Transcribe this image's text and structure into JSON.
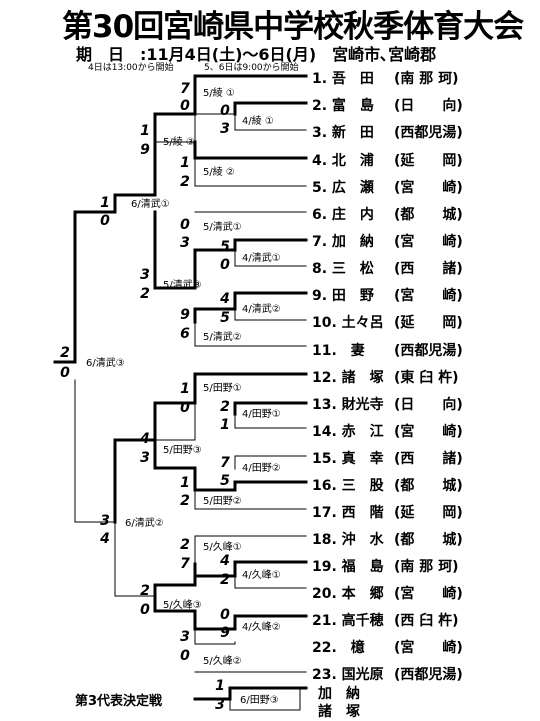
{
  "title": "第30回宮崎県中学校秋季体育大会",
  "dates": "期　日　:11月4日(土)～6日(月)　宮崎市､宮崎郡",
  "note_left": "4日は13:00から開始",
  "note_right": "5、6日は9:00から開始",
  "teams": [
    {
      "name": "1. 吾　田",
      "region": "(南 那 珂)"
    },
    {
      "name": "2. 富　島",
      "region": "(日　　向)"
    },
    {
      "name": "3. 新　田",
      "region": "(西都児湯)"
    },
    {
      "name": "4. 北　浦",
      "region": "(延　　岡)"
    },
    {
      "name": "5. 広　瀬",
      "region": "(宮　　崎)"
    },
    {
      "name": "6. 庄　内",
      "region": "(都　　城)"
    },
    {
      "name": "7. 加　納",
      "region": "(宮　　崎)"
    },
    {
      "name": "8. 三　松",
      "region": "(西　　諸)"
    },
    {
      "name": "9. 田　野",
      "region": "(宮　　崎)"
    },
    {
      "name": "10. 土々呂",
      "region": "(延　　岡)"
    },
    {
      "name": "11.　妻",
      "region": "(西都児湯)"
    },
    {
      "name": "12. 諸　塚",
      "region": "(東 臼 杵)"
    },
    {
      "name": "13. 財光寺",
      "region": "(日　　向)"
    },
    {
      "name": "14. 赤　江",
      "region": "(宮　　崎)"
    },
    {
      "name": "15. 真　幸",
      "region": "(西　　諸)"
    },
    {
      "name": "16. 三　股",
      "region": "(都　　城)"
    },
    {
      "name": "17. 西　階",
      "region": "(延　　岡)"
    },
    {
      "name": "18. 沖　水",
      "region": "(都　　城)"
    },
    {
      "name": "19. 福　島",
      "region": "(南 那 珂)"
    },
    {
      "name": "20. 本　郷",
      "region": "(宮　　崎)"
    },
    {
      "name": "21. 高千穂",
      "region": "(西 臼 杵)"
    },
    {
      "name": "22.　檍",
      "region": "(宮　　崎)"
    },
    {
      "name": "23. 国光原",
      "region": "(西都児湯)"
    }
  ],
  "scores": [
    "7",
    "0",
    "0",
    "3",
    "1",
    "9",
    "1",
    "2",
    "1",
    "0",
    "0",
    "3",
    "5",
    "0",
    "3",
    "2",
    "4",
    "5",
    "9",
    "6",
    "2",
    "0",
    "1",
    "0",
    "2",
    "1",
    "4",
    "3",
    "7",
    "5",
    "1",
    "2",
    "3",
    "4",
    "2",
    "7",
    "4",
    "2",
    "2",
    "0",
    "0",
    "9",
    "3",
    "0",
    "1",
    "3"
  ],
  "venues": [
    "5/綾 ①",
    "4/綾 ①",
    "5/綾 ③",
    "5/綾 ②",
    "6/清武①",
    "5/清武①",
    "4/清武①",
    "5/清武③",
    "4/清武②",
    "5/清武②",
    "6/清武③",
    "5/田野①",
    "4/田野①",
    "5/田野③",
    "4/田野②",
    "5/田野②",
    "6/清武②",
    "5/久峰①",
    "4/久峰①",
    "5/久峰③",
    "4/久峰②",
    "5/久峰②",
    "6/田野③"
  ],
  "third_place": {
    "label": "第3代表決定戦",
    "team1": "加　納",
    "team2": "諸　塚"
  }
}
